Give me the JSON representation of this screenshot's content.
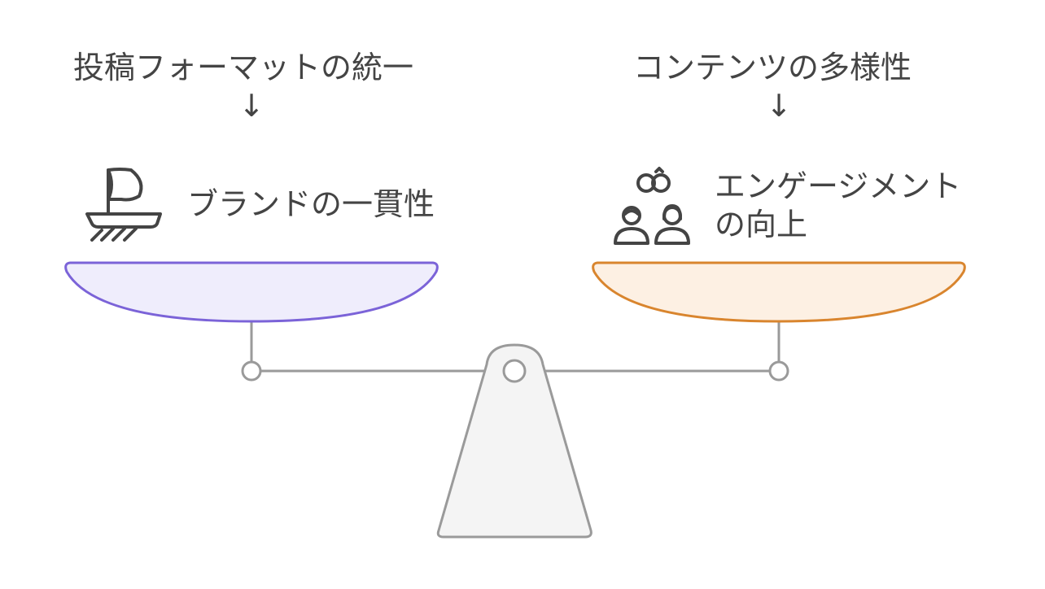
{
  "left": {
    "title": "投稿フォーマットの統一",
    "arrow": "↓",
    "icon": "sailing-ship-icon",
    "item": "ブランドの一貫性",
    "pan_fill": "#efedfc",
    "pan_stroke": "#7b63d8"
  },
  "right": {
    "title": "コンテンツの多様性",
    "arrow": "↓",
    "icon": "linked-couple-icon",
    "item_line1": "エンゲージメント",
    "item_line2": "の向上",
    "pan_fill": "#fdf0e3",
    "pan_stroke": "#d9852e"
  },
  "scale": {
    "stroke": "#9a9a9a",
    "base_fill": "#f4f4f4"
  }
}
